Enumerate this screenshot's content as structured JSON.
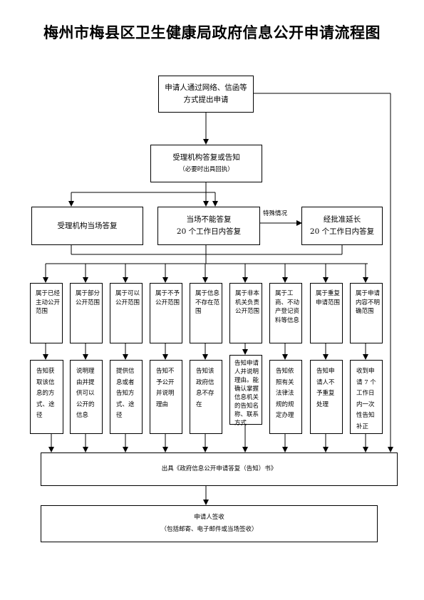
{
  "title": "梅州市梅县区卫生健康局政府信息公开申请流程图",
  "start": {
    "line1": "申请人通过网络、信函等",
    "line2": "方式提出申请"
  },
  "accept": {
    "line1": "受理机构答复或告知",
    "line2": "（必要时出具回执）"
  },
  "onsite": {
    "label": "受理机构当场答复"
  },
  "not_onsite": {
    "line1": "当场不能答复",
    "line2": "20 个工作日内答复"
  },
  "special_label": "特殊情况",
  "extend": {
    "line1": "经批准延长",
    "line2": "20 个工作日内答复"
  },
  "categories": [
    {
      "text": "属于已经主动公开范围",
      "result": "告知获取该信息的方式、途径"
    },
    {
      "text": "属于部分公开范围",
      "result": "说明理由并提供可以公开的信息"
    },
    {
      "text": "属于可以公开范围",
      "result": "提供信息或者告知方式、途径"
    },
    {
      "text": "属于不予公开范围",
      "result": "告知不予公开并说明理由"
    },
    {
      "text": "属于信息不存在范围",
      "result": "告知该政府信息不存在"
    },
    {
      "text": "属于非本机关负责公开范围",
      "result": "告知申请人并说明理由。能确认掌握信息机关的告知名称、联系方式"
    },
    {
      "text": "属于工商、不动产登记资料等信息",
      "result": "告知依照有关法律法规的规定办理"
    },
    {
      "text": "属于重复申请范围",
      "result": "告知申请人不予重复处理"
    },
    {
      "text": "属于申请内容不明确范围",
      "result": "收到申请 7 个工作日内一次性告知补正"
    }
  ],
  "issue": {
    "label": "出具《政府信息公开申请答复（告知）书》"
  },
  "sign": {
    "line1": "申请人签收",
    "line2": "（包括邮寄、电子邮件或当场签收）"
  }
}
